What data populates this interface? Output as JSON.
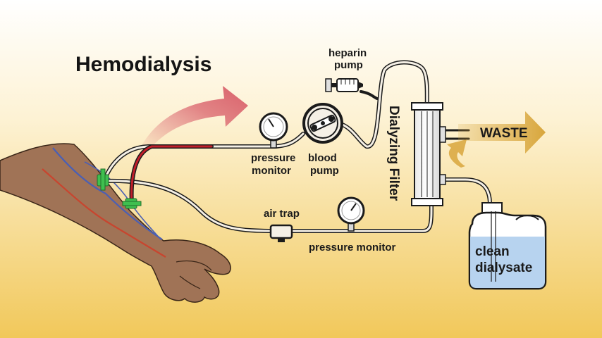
{
  "title": "Hemodialysis",
  "labels": {
    "heparin_pump": [
      "heparin",
      "pump"
    ],
    "pressure_monitor_top": [
      "pressure",
      "monitor"
    ],
    "blood_pump": [
      "blood",
      "pump"
    ],
    "dialyzing_filter": "Dialyzing Filter",
    "waste": "WASTE",
    "air_trap": "air trap",
    "pressure_monitor_bottom": "pressure monitor",
    "clean_dialysate": [
      "clean",
      "dialysate"
    ]
  },
  "colors": {
    "background_top": "#ffffff",
    "background_bottom": "#f1c85a",
    "red_arrow": "#d9606a",
    "waste_arrow": "#d8a63c",
    "blood_tube": "#c11e2a",
    "tubing": "#1b1b1b",
    "dialysate_fluid": "#b7d3ef",
    "skin": "#a07356",
    "clamp": "#3fbf4f"
  }
}
